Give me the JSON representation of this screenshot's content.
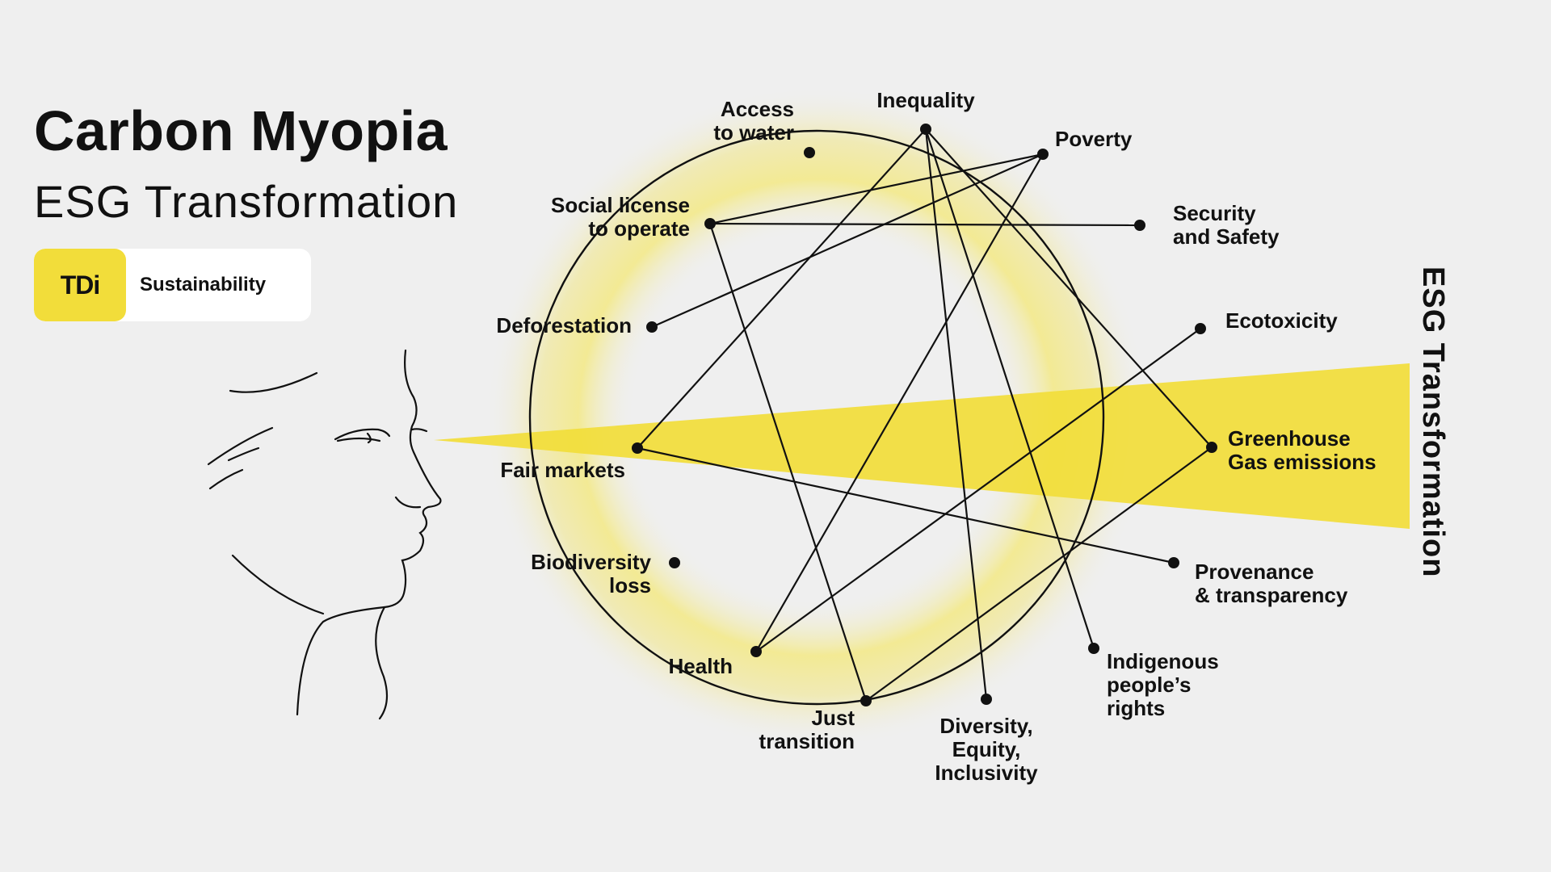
{
  "header": {
    "title": "Carbon Myopia",
    "subtitle": "ESG Transformation"
  },
  "badge": {
    "logo_text": "TDi",
    "label": "Sustainability"
  },
  "side_label": "ESG Transformation",
  "colors": {
    "background": "#efefef",
    "accent_yellow": "#f2dd3a",
    "line": "#111111"
  },
  "diagram": {
    "nodes": [
      {
        "id": "inequality",
        "lines": [
          "Inequality"
        ]
      },
      {
        "id": "poverty",
        "lines": [
          "Poverty"
        ]
      },
      {
        "id": "security",
        "lines": [
          "Security",
          "and Safety"
        ]
      },
      {
        "id": "ecotoxicity",
        "lines": [
          "Ecotoxicity"
        ]
      },
      {
        "id": "ghg",
        "lines": [
          "Greenhouse",
          "Gas emissions"
        ]
      },
      {
        "id": "provenance",
        "lines": [
          "Provenance",
          "& transparency"
        ]
      },
      {
        "id": "indigenous",
        "lines": [
          "Indigenous",
          "people’s",
          "rights"
        ]
      },
      {
        "id": "dei",
        "lines": [
          "Diversity,",
          "Equity,",
          "Inclusivity"
        ]
      },
      {
        "id": "just",
        "lines": [
          "Just",
          "transition"
        ]
      },
      {
        "id": "health",
        "lines": [
          "Health"
        ]
      },
      {
        "id": "biodiversity",
        "lines": [
          "Biodiversity",
          "loss"
        ]
      },
      {
        "id": "fair",
        "lines": [
          "Fair markets"
        ]
      },
      {
        "id": "deforestation",
        "lines": [
          "Deforestation"
        ]
      },
      {
        "id": "social",
        "lines": [
          "Social license",
          "to operate"
        ]
      },
      {
        "id": "water",
        "lines": [
          "Access",
          "to water"
        ]
      }
    ],
    "edges": [
      [
        "inequality",
        "fair"
      ],
      [
        "inequality",
        "dei"
      ],
      [
        "inequality",
        "indigenous"
      ],
      [
        "inequality",
        "ghg"
      ],
      [
        "poverty",
        "social"
      ],
      [
        "poverty",
        "deforestation"
      ],
      [
        "poverty",
        "health"
      ],
      [
        "social",
        "security"
      ],
      [
        "social",
        "just"
      ],
      [
        "fair",
        "provenance"
      ],
      [
        "ecotoxicity",
        "health"
      ],
      [
        "ghg",
        "just"
      ]
    ]
  }
}
